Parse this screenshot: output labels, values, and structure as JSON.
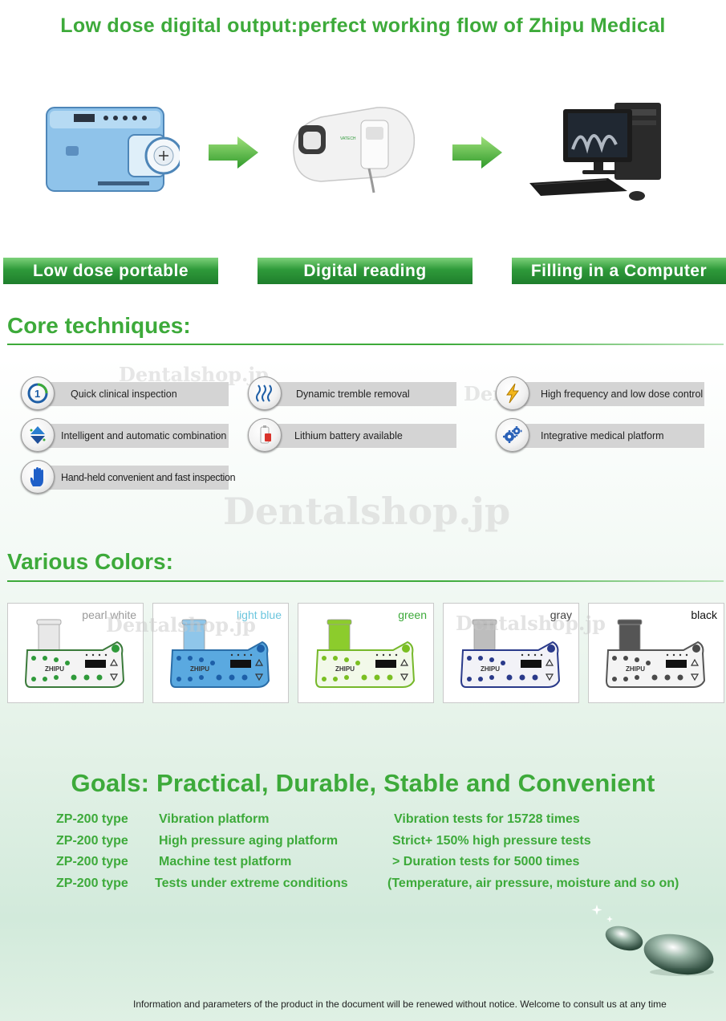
{
  "headline": "Low dose digital output:perfect working flow of Zhipu Medical",
  "workflow": [
    {
      "label": "Low dose portable"
    },
    {
      "label": "Digital reading"
    },
    {
      "label": "Filling in a Computer"
    }
  ],
  "core": {
    "title": "Core techniques:",
    "items": [
      {
        "label": "Quick clinical inspection",
        "icon": "timer-icon"
      },
      {
        "label": "Dynamic tremble removal",
        "icon": "wave-icon"
      },
      {
        "label": "High frequency and low dose control",
        "icon": "lightning-icon"
      },
      {
        "label": "Intelligent and automatic combination",
        "icon": "triangles-icon"
      },
      {
        "label": "Lithium battery available",
        "icon": "battery-icon"
      },
      {
        "label": "Integrative medical platform",
        "icon": "gears-icon"
      },
      {
        "label": "Hand-held convenient and fast inspection",
        "icon": "hand-icon"
      }
    ]
  },
  "colors": {
    "title": "Various Colors:",
    "items": [
      {
        "name": "pearl white",
        "label_color": "#9a9a9a",
        "body": "#f4f4f4",
        "tube": "#e8e8e8",
        "accent": "#2f9a3a",
        "trim": "#3a7a3a"
      },
      {
        "name": "light blue",
        "label_color": "#6cc6de",
        "body": "#5aa9e0",
        "tube": "#8fc6ea",
        "accent": "#1d5fa8",
        "trim": "#2b6ea8"
      },
      {
        "name": "green",
        "label_color": "#3daa3a",
        "body": "#f2f9e9",
        "tube": "#8ccc2c",
        "accent": "#7abf22",
        "trim": "#76b82a"
      },
      {
        "name": "gray",
        "label_color": "#444444",
        "body": "#f2f2f7",
        "tube": "#bdbdbd",
        "accent": "#2a3a8a",
        "trim": "#2a3a8a"
      },
      {
        "name": "black",
        "label_color": "#111111",
        "body": "#f4f4f4",
        "tube": "#555555",
        "accent": "#4a4a4a",
        "trim": "#555555"
      }
    ]
  },
  "goals": {
    "title": "Goals: Practical, Durable, Stable and Convenient",
    "rows": [
      {
        "type": "ZP-200 type",
        "platform": "Vibration platform",
        "result": "Vibration tests for 15728 times"
      },
      {
        "type": "ZP-200 type",
        "platform": "High pressure aging platform",
        "result": "Strict+ 150% high pressure tests"
      },
      {
        "type": "ZP-200 type",
        "platform": "Machine test platform",
        "result": "> Duration tests for 5000 times"
      },
      {
        "type": "ZP-200 type",
        "platform": "Tests under extreme conditions",
        "result": "(Temperature, air pressure, moisture and so on)"
      }
    ]
  },
  "footer": "Information and parameters of the product in the document will be renewed without notice. Welcome to consult us at any time",
  "watermark": "Dentalshop.jp",
  "theme": {
    "green": "#3daa3a",
    "bar_dark": "#1e7e2c",
    "label_gray": "#d4d4d4"
  }
}
